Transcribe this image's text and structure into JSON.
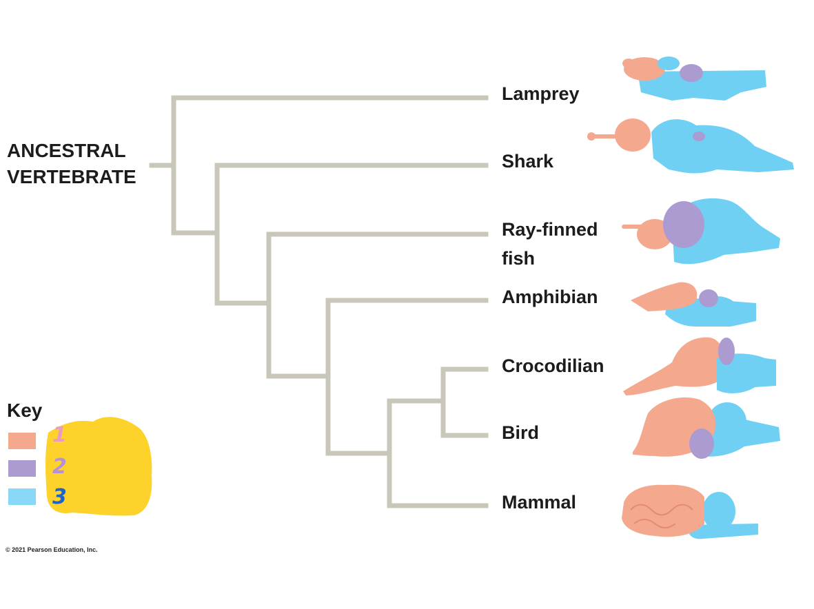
{
  "root": {
    "line1": "ANCESTRAL",
    "line2": "VERTEBRATE"
  },
  "taxa": [
    {
      "id": "lamprey",
      "label": "Lamprey"
    },
    {
      "id": "shark",
      "label": "Shark"
    },
    {
      "id": "rayfinned",
      "label": "Ray-finned",
      "label2": "fish"
    },
    {
      "id": "amphibian",
      "label": "Amphibian"
    },
    {
      "id": "crocodilian",
      "label": "Crocodilian"
    },
    {
      "id": "bird",
      "label": "Bird"
    },
    {
      "id": "mammal",
      "label": "Mammal"
    }
  ],
  "key": {
    "title": "Key",
    "items": [
      {
        "number": "1",
        "color": "#f4a98f",
        "number_color": "#e99bc3"
      },
      {
        "number": "2",
        "color": "#ab9bd1",
        "number_color": "#b68fd9"
      },
      {
        "number": "3",
        "color": "#8ad8f7",
        "number_color": "#1e64c8"
      }
    ],
    "highlight_color": "#fdd22b"
  },
  "colors": {
    "forebrain": "#f4a98f",
    "midbrain": "#ab9bd1",
    "hindbrain": "#6fd0f3",
    "tree": "#c8c7b9"
  },
  "copyright": "© 2021 Pearson Education, Inc."
}
